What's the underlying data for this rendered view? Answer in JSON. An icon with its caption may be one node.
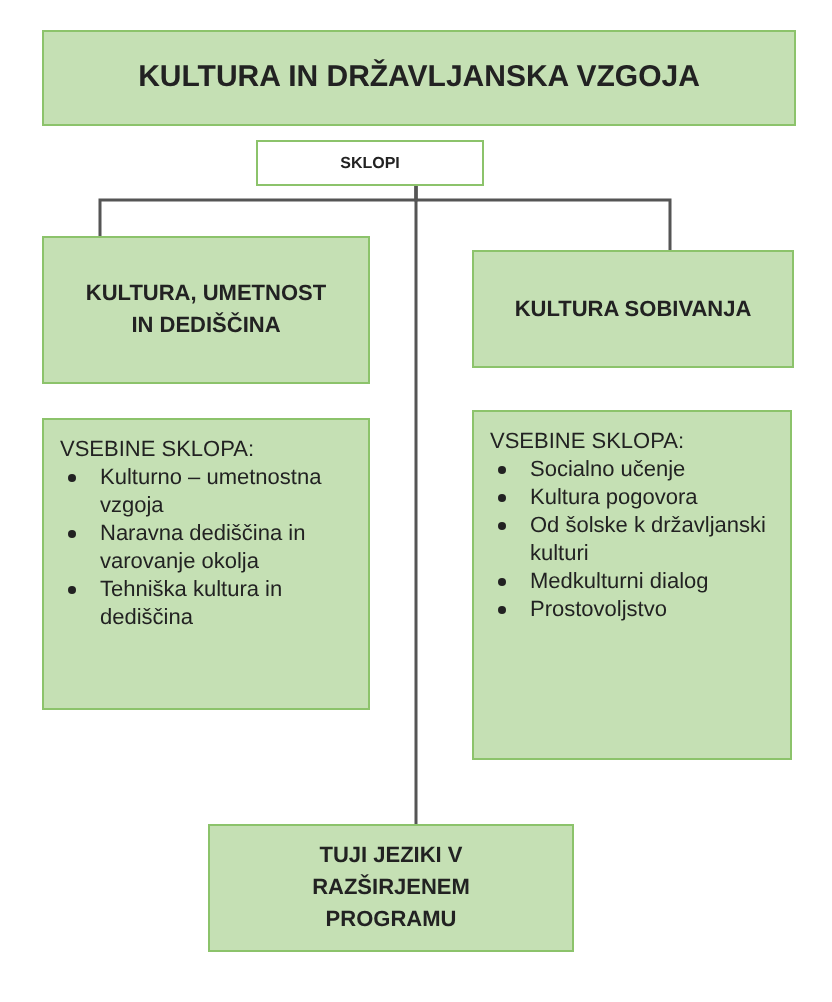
{
  "diagram": {
    "nodes": [
      {
        "text": [
          "KULTURA IN DRŽAVLJANSKA VZGOJA"
        ]
      },
      {
        "text": [
          "SKLOPI"
        ]
      },
      {
        "text": [
          "KULTURA, UMETNOST IN DEDIŠČINA"
        ]
      },
      {
        "text": [
          "KULTURA SOBIVANJA"
        ]
      },
      {
        "text": [
          "VSEBINE SKLOPA:",
          "Kulturno – umetnostna vzgoja",
          "Naravna dediščina in varovanje okolja",
          "Tehniška kultura in dediščina"
        ]
      },
      {
        "text": [
          "VSEBINE SKLOPA:",
          "Socialno učenje",
          "Kultura pogovora",
          "Od šolske k državljanski kulturi",
          "Medkulturni dialog",
          "Prostovoljstvo"
        ]
      },
      {
        "text": [
          "TUJI JEZIKI V RAZŠIRJENEM PROGRAMU"
        ]
      }
    ],
    "edges": [
      {
        "from": 1,
        "to": 2,
        "arrow": "none"
      },
      {
        "from": 1,
        "to": 3,
        "arrow": "none"
      },
      {
        "from": 1,
        "to": 6,
        "arrow": "none"
      }
    ]
  }
}
